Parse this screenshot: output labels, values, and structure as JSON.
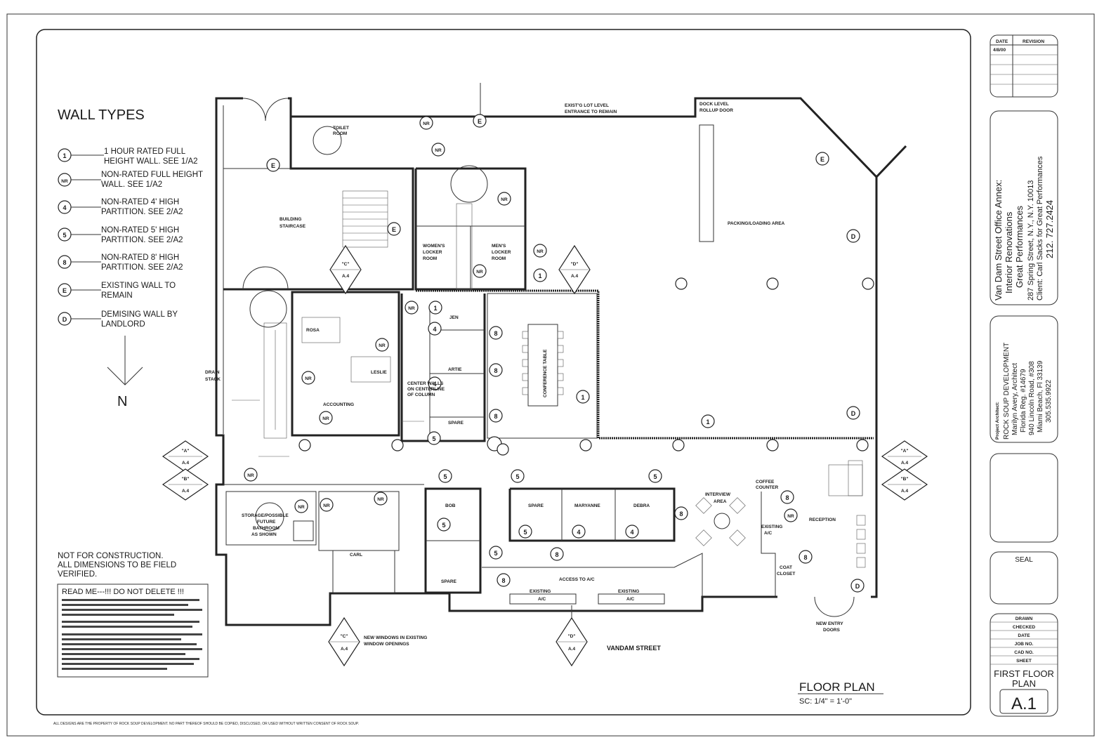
{
  "legend": {
    "title": "WALL TYPES",
    "items": [
      {
        "tag": "1",
        "line1": "1 HOUR RATED FULL",
        "line2": "HEIGHT WALL.  SEE 1/A2"
      },
      {
        "tag": "NR",
        "line1": "NON-RATED FULL HEIGHT",
        "line2": "WALL.  SEE 1/A2"
      },
      {
        "tag": "4",
        "line1": "NON-RATED 4' HIGH",
        "line2": "PARTITION.  SEE 2/A2"
      },
      {
        "tag": "5",
        "line1": "NON-RATED 5' HIGH",
        "line2": "PARTITION.  SEE 2/A2"
      },
      {
        "tag": "8",
        "line1": "NON-RATED 8' HIGH",
        "line2": "PARTITION.  SEE 2/A2"
      },
      {
        "tag": "E",
        "line1": "EXISTING WALL TO",
        "line2": "REMAIN"
      },
      {
        "tag": "D",
        "line1": "DEMISING WALL BY",
        "line2": "LANDLORD"
      }
    ],
    "north": "N"
  },
  "notes": {
    "line1": "NOT FOR CONSTRUCTION.",
    "line2": "ALL DIMENSIONS TO BE FIELD",
    "line3": "VERIFIED.",
    "readme_title": "READ ME---!!! DO NOT DELETE !!!",
    "footer": "ALL DESIGNS ARE THE PROPERTY OF ROCK SOUP DEVELOPMENT. NO PART THEREOF SHOULD BE COPIED, DISCLOSED, OR USED WITHOUT WRITTEN CONSENT OF ROCK SOUP."
  },
  "rooms": {
    "toilet": "TOILET",
    "toilet2": "ROOM",
    "staircase": "BUILDING",
    "staircase2": "STAIRCASE",
    "womens": "WOMEN'S",
    "womens2": "LOCKER",
    "womens3": "ROOM",
    "mens": "MEN'S",
    "mens2": "LOCKER",
    "mens3": "ROOM",
    "lot": "EXIST'G LOT LEVEL",
    "lot2": "ENTRANCE TO REMAIN",
    "dock": "DOCK LEVEL",
    "dock2": "ROLLUP DOOR",
    "packing": "PACKING/LOADING AREA",
    "rosa": "ROSA",
    "leslie": "LESLIE",
    "accounting": "ACCOUNTING",
    "jen": "JEN",
    "artie": "ARTIE",
    "spare1": "SPARE",
    "conference": "CONFERENCE TABLE",
    "drain": "DRAIN",
    "drain2": "STACK",
    "storage": "STORAGE/POSSIBLE",
    "storage2": "FUTURE",
    "storage3": "BATHROOM",
    "storage4": "AS SHOWN",
    "carl": "CARL",
    "bob": "BOB",
    "spare2": "SPARE",
    "spare3": "SPARE",
    "maryanne": "MARYANNE",
    "debra": "DEBRA",
    "interview": "INTERVIEW",
    "interview2": "AREA",
    "coffee": "COFFEE",
    "coffee2": "COUNTER",
    "existing_ac": "EXISTING",
    "existing_ac2": "A/C",
    "reception": "RECEPTION",
    "coat": "COAT",
    "coat2": "CLOSET",
    "access": "ACCESS TO A/C",
    "exist1": "EXISTING",
    "exist1b": "A/C",
    "exist2": "EXISTING",
    "exist2b": "A/C",
    "new_windows": "NEW WINDOWS IN EXISTING",
    "new_windows2": "WINDOW OPENINGS",
    "street": "VANDAM STREET",
    "entry": "NEW ENTRY",
    "entry2": "DOORS",
    "center_walls": "CENTER WALLS",
    "center_walls2": "ON CENTERLINE",
    "center_walls3": "OF COLUMN"
  },
  "plan_title": {
    "title": "FLOOR PLAN",
    "scale": "SC: 1/4\" = 1'-0\""
  },
  "title_block": {
    "date_header": "DATE",
    "revision_header": "REVISION",
    "date_value": "4/8/00",
    "project1": "Van Dam Street Office Annex:",
    "project2": "Interior Renovations",
    "project3": "Great Performances",
    "project4": "287 Spring Street, N.Y., N.Y. 10013",
    "project5": "Client: Carl Sacks for Great Performances",
    "project6": "212. 727.2424",
    "architect1": "Project Architect:",
    "architect2": "ROCK SOUP DEVELOPMENT",
    "architect3": "Marilyn Avery, Architect",
    "architect4": "Florida Reg. #14679",
    "architect5": "940 Lincoln Road, #308",
    "architect6": "Miami Beach, Fl 33139",
    "architect7": "305.535.9922",
    "seal": "SEAL",
    "drawn": "DRAWN",
    "checked": "CHECKED",
    "date": "DATE",
    "job": "JOB NO.",
    "cad": "CAD NO.",
    "sheet": "SHEET",
    "sheet_title1": "FIRST FLOOR",
    "sheet_title2": "PLAN",
    "sheet_no": "A.1"
  },
  "sections": {
    "a": "\"A\"",
    "b": "\"B\"",
    "c": "\"C\"",
    "d": "\"D\"",
    "sheet": "A.4"
  }
}
